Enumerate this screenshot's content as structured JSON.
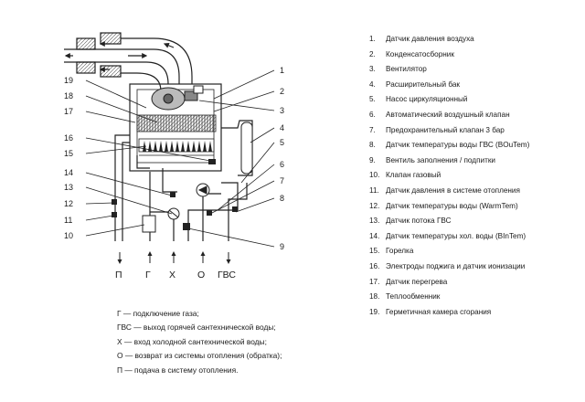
{
  "callouts": [
    "1",
    "2",
    "3",
    "4",
    "5",
    "6",
    "7",
    "8",
    "9",
    "10",
    "11",
    "12",
    "13",
    "14",
    "15",
    "16",
    "17",
    "18",
    "19"
  ],
  "pipes": [
    "П",
    "Г",
    "Х",
    "О",
    "ГВС"
  ],
  "legend": [
    {
      "num": "1.",
      "text": "Датчик давления воздуха"
    },
    {
      "num": "2.",
      "text": "Конденсатосборник"
    },
    {
      "num": "3.",
      "text": "Вентилятор"
    },
    {
      "num": "4.",
      "text": "Расширительный бак"
    },
    {
      "num": "5.",
      "text": "Насос циркуляционный"
    },
    {
      "num": "6.",
      "text": "Автоматический воздушный клапан"
    },
    {
      "num": "7.",
      "text": "Предохранительный клапан 3 бар"
    },
    {
      "num": "8.",
      "text": "Датчик температуры воды ГВС (BOuTem)"
    },
    {
      "num": "9.",
      "text": "Вентиль заполнения / подпитки"
    },
    {
      "num": "10.",
      "text": "Клапан газовый"
    },
    {
      "num": "11.",
      "text": "Датчик давления в системе отопления"
    },
    {
      "num": "12.",
      "text": "Датчик температуры воды (WarmTem)"
    },
    {
      "num": "13.",
      "text": "Датчик потока ГВС"
    },
    {
      "num": "14.",
      "text": "Датчик температуры хол. воды (BInTem)"
    },
    {
      "num": "15.",
      "text": "Горелка"
    },
    {
      "num": "16.",
      "text": "Электроды поджига и датчик ионизации"
    },
    {
      "num": "17.",
      "text": "Датчик перегрева"
    },
    {
      "num": "18.",
      "text": "Теплообменник"
    },
    {
      "num": "19.",
      "text": "Герметичная камера сгорания"
    }
  ],
  "notes": [
    "Г — подключение газа;",
    "ГВС — выход горячей сантехнической воды;",
    "Х — вход холодной сантехнической воды;",
    "О — возврат из системы отопления (обратка);",
    "П — подача в систему отопления."
  ]
}
